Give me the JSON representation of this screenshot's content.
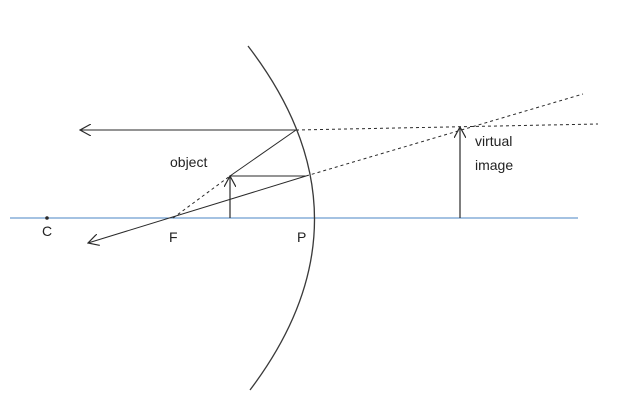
{
  "labels": {
    "center": "C",
    "focus": "F",
    "pole": "P",
    "object": "object",
    "virtual_line1": "virtual",
    "virtual_line2": "image"
  },
  "colors": {
    "principal_axis": "#4a86c5",
    "ray": "#2a2a2a",
    "mirror": "#3a3a3a"
  }
}
